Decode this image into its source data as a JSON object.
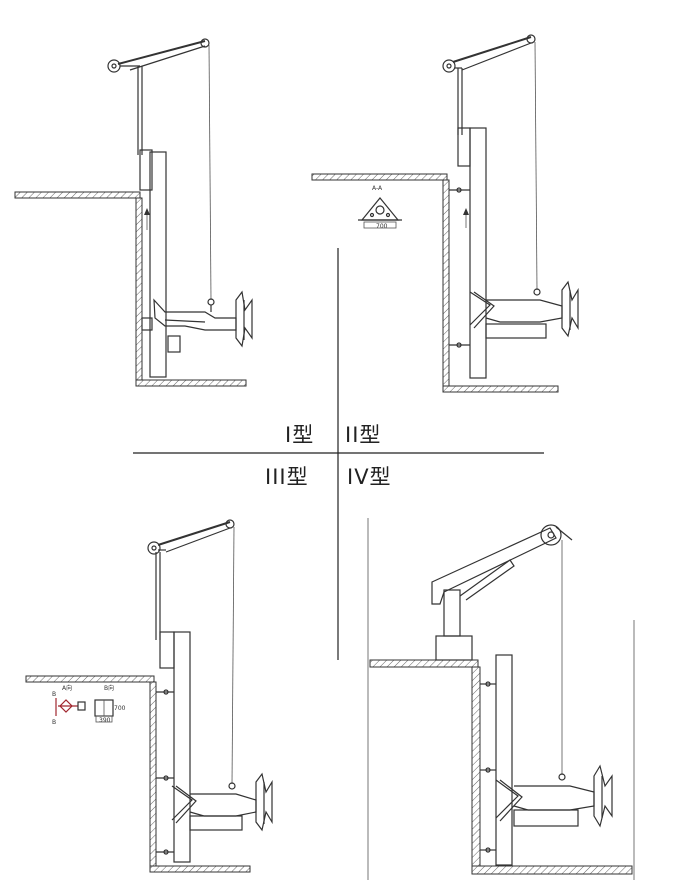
{
  "quadrants": {
    "type_1": "I型",
    "type_2": "II型",
    "type_3": "III型",
    "type_4": "IV型"
  },
  "section_label": "A-A",
  "section_dim": "700",
  "view_a_label": "A向",
  "view_b_label": "B向",
  "marker_b": "B",
  "dim_small_1": "700",
  "dim_small_2": "390"
}
